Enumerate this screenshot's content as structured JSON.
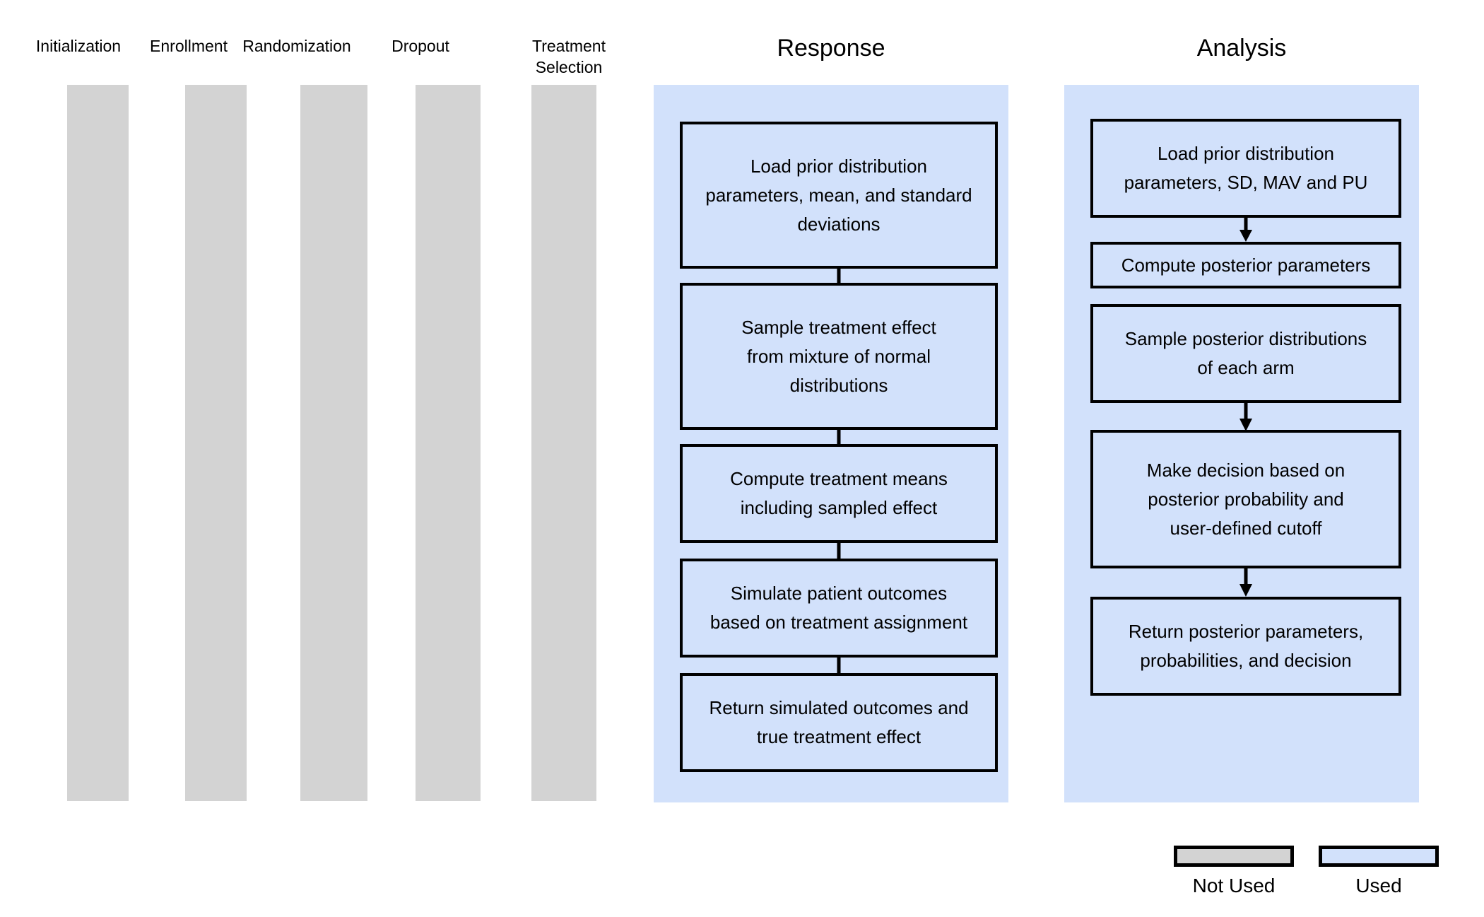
{
  "stages": {
    "columns": [
      {
        "label": "Initialization",
        "used": false
      },
      {
        "label": "Enrollment",
        "used": false
      },
      {
        "label": "Randomization",
        "used": false
      },
      {
        "label": "Dropout",
        "used": false
      },
      {
        "label": "Treatment\nSelection",
        "used": false
      },
      {
        "label": "Response",
        "used": true
      },
      {
        "label": "Analysis",
        "used": true
      }
    ]
  },
  "response_panel": {
    "title": "Response",
    "steps": [
      "Load prior distribution\nparameters, mean, and standard\ndeviations",
      "Sample treatment effect\nfrom mixture of normal\ndistributions",
      "Compute treatment means\nincluding sampled effect",
      "Simulate patient outcomes\nbased on treatment assignment",
      "Return simulated outcomes and\ntrue treatment effect"
    ]
  },
  "analysis_panel": {
    "title": "Analysis",
    "steps": [
      "Load prior distribution\nparameters, SD, MAV and PU",
      "Compute posterior parameters",
      "Sample posterior distributions\nof each arm",
      "Make decision based on\nposterior probability and\nuser-defined cutoff",
      "Return posterior parameters,\nprobabilities, and decision"
    ]
  },
  "legend": {
    "items": [
      {
        "label": "Not Used",
        "color": "#d3d3d3"
      },
      {
        "label": "Used",
        "color": "#d2e1fb"
      }
    ]
  },
  "colors": {
    "not_used_fill": "#d3d3d3",
    "used_fill": "#d2e1fb",
    "box_border": "#000000",
    "background": "#ffffff"
  }
}
